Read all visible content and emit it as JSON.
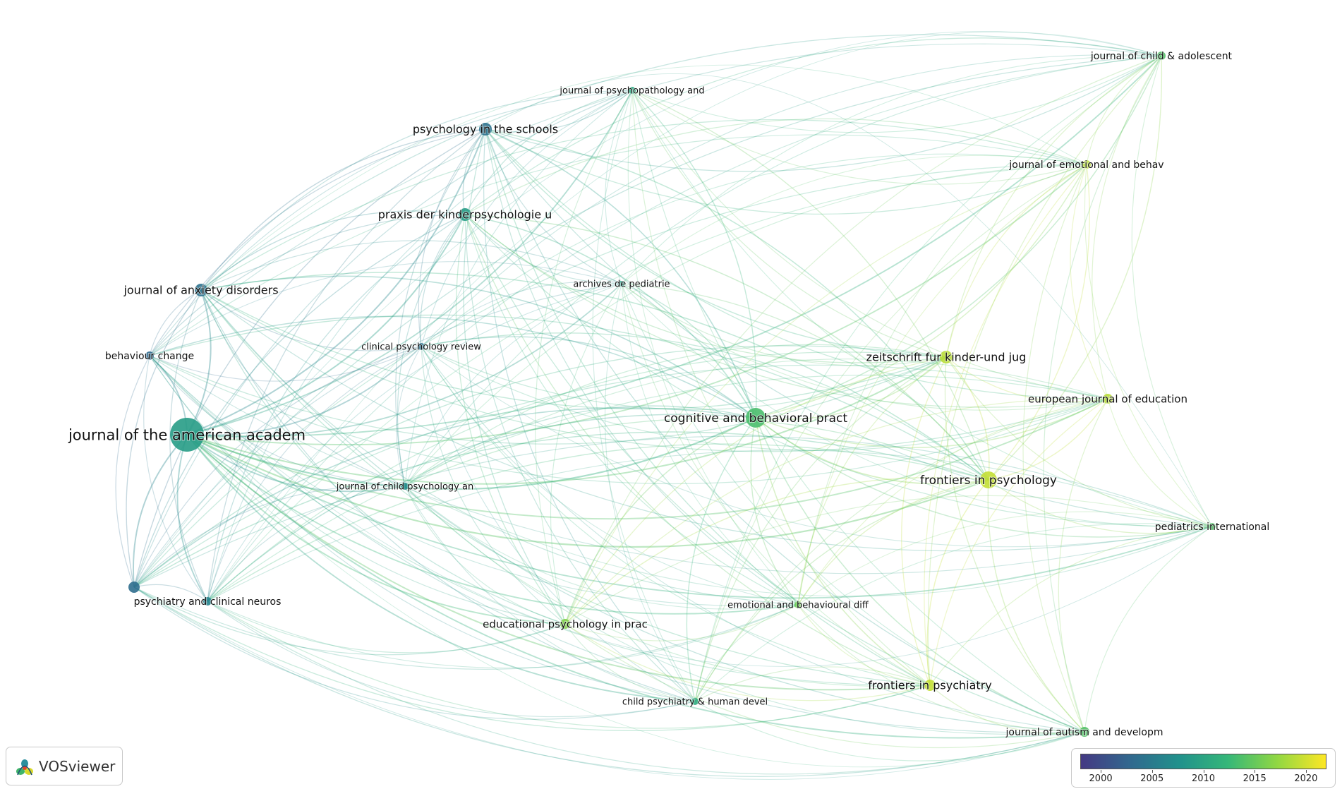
{
  "app": {
    "logo_text": "VOSviewer"
  },
  "nodes": [
    {
      "label": "journal of the american academ",
      "year": 2009.0
    },
    {
      "label": "cognitive and behavioral pract",
      "year": 2013.5
    },
    {
      "label": "frontiers in psychology",
      "year": 2019.5
    },
    {
      "label": "psychology in the schools",
      "year": 2004.0
    },
    {
      "label": "journal of psychopathology and",
      "year": 2010.5
    },
    {
      "label": "journal of child & adolescent",
      "year": 2014.0
    },
    {
      "label": "journal of emotional and behav",
      "year": 2019.0
    },
    {
      "label": "praxis der kinderpsychologie u",
      "year": 2009.0
    },
    {
      "label": "archives de pediatrie",
      "year": 2009.0
    },
    {
      "label": "journal of anxiety disorders",
      "year": 2004.0
    },
    {
      "label": "behaviour change",
      "year": 2003.0
    },
    {
      "label": "clinical psychology review",
      "year": 2004.0
    },
    {
      "label": "zeitschrift fur kinder-und jug",
      "year": 2019.0
    },
    {
      "label": "european journal of education",
      "year": 2019.0
    },
    {
      "label": "journal of child psychology an",
      "year": 2007.0
    },
    {
      "label": "pediatrics international",
      "year": 2014.0
    },
    {
      "label": "psychiatry and clinical neuros",
      "year": 2006.0
    },
    {
      "label": "",
      "year": 2003.5
    },
    {
      "label": "educational psychology in prac",
      "year": 2016.5
    },
    {
      "label": "emotional and behavioural diff",
      "year": 2015.5
    },
    {
      "label": "frontiers in psychiatry",
      "year": 2019.5
    },
    {
      "label": "child psychiatry & human devel",
      "year": 2011.0
    },
    {
      "label": "journal of autism and developm",
      "year": 2014.0
    }
  ],
  "legend": {
    "min_year": 1998,
    "max_year": 2022,
    "ticks": [
      "2000",
      "2005",
      "2010",
      "2015",
      "2020"
    ],
    "colors": [
      "#443983",
      "#31688e",
      "#21918c",
      "#35b779",
      "#90d743",
      "#fde725"
    ]
  }
}
